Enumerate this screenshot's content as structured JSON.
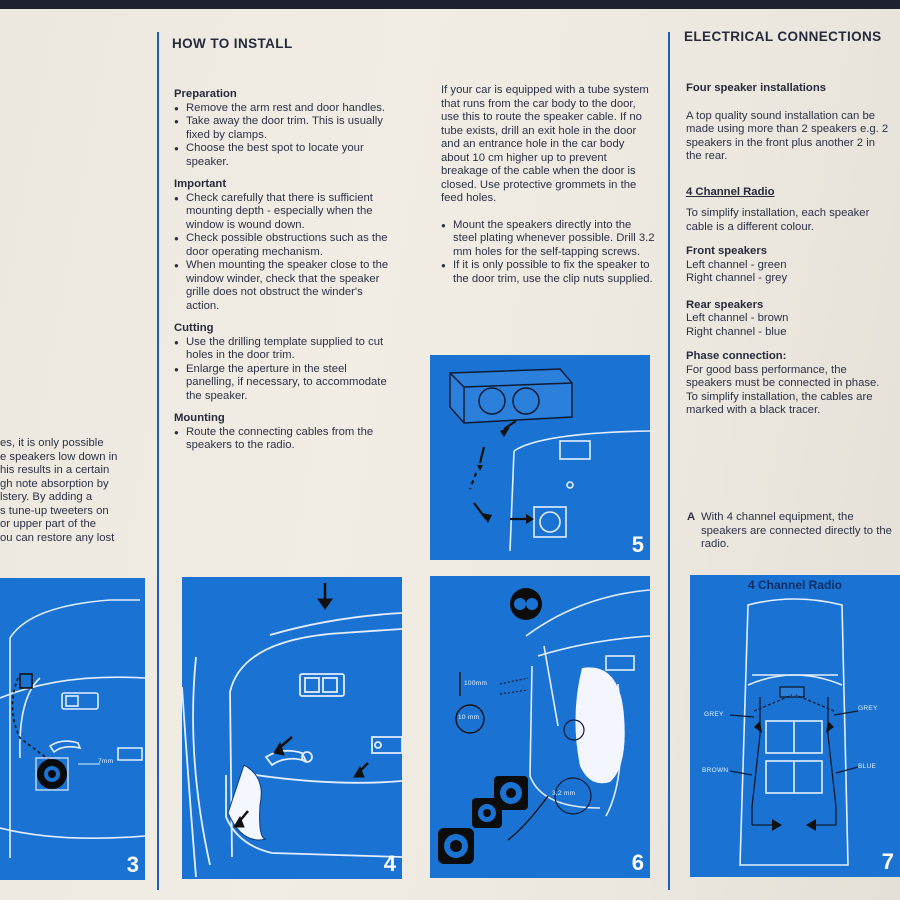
{
  "left_column": {
    "fragment_lines": [
      "es, it is only possible",
      "e speakers low down in",
      "his results in a certain",
      "gh note absorption by",
      "lstery. By adding a",
      "s tune-up tweeters on",
      " or upper part of the",
      "ou can restore any lost"
    ]
  },
  "how_to_install": {
    "heading": "HOW TO INSTALL",
    "preparation": {
      "title": "Preparation",
      "items": [
        "Remove the arm rest and door handles.",
        "Take away the door trim. This is usually fixed by clamps.",
        "Choose the best spot to locate your speaker."
      ]
    },
    "important": {
      "title": "Important",
      "items": [
        "Check carefully that there is sufficient mounting depth - especially when the window is wound down.",
        "Check possible obstructions such as the door operating mechanism.",
        "When mounting the speaker close to the window winder, check that the speaker grille does not obstruct the winder's action."
      ]
    },
    "cutting": {
      "title": "Cutting",
      "items": [
        "Use the drilling template supplied to cut holes in the door trim.",
        "Enlarge the aperture in the steel panelling, if necessary, to accommodate the speaker."
      ]
    },
    "mounting": {
      "title": "Mounting",
      "items": [
        "Route the connecting cables from the speakers to the radio."
      ]
    }
  },
  "middle_column": {
    "cable_paragraph": "If your car is equipped with a tube system that runs from the car body to the door, use this to route the speaker cable. If no tube exists, drill an exit hole in the door and an entrance hole in the car body about 10 cm higher up to prevent breakage of the cable when the door is closed. Use protective grommets in the feed holes.",
    "items": [
      "Mount the speakers directly into the steel plating whenever possible. Drill 3.2 mm holes for the self-tapping screws.",
      "If it is only possible to fix the speaker to the door trim, use the clip nuts supplied."
    ]
  },
  "electrical": {
    "heading": "ELECTRICAL CONNECTIONS",
    "four_speaker": {
      "title": "Four speaker installations",
      "text": "A top quality sound installation can be made using more than 2 speakers e.g. 2 speakers in the front plus another 2 in the rear."
    },
    "four_channel": {
      "title": "4 Channel Radio",
      "text": "To simplify installation, each speaker cable is a different colour."
    },
    "front": {
      "title": "Front speakers",
      "left": "Left channel - green",
      "right": "Right channel - grey"
    },
    "rear": {
      "title": "Rear speakers",
      "left": "Left channel - brown",
      "right": "Right channel - blue"
    },
    "phase": {
      "title": "Phase connection:",
      "text": "For good bass performance, the speakers must be connected in phase. To simplify installation, the cables are marked with a black tracer."
    },
    "note_a": {
      "label": "A",
      "text": "With 4 channel equipment, the speakers are connected directly to the radio."
    }
  },
  "figures": {
    "fig3": {
      "number": "3",
      "dimension": "7mm"
    },
    "fig4": {
      "number": "4"
    },
    "fig5": {
      "number": "5"
    },
    "fig6": {
      "number": "6",
      "dim_a": "100mm",
      "dim_b": "10 mm",
      "dim_c": "3,2 mm"
    },
    "fig7": {
      "number": "7",
      "title": "4 Channel Radio",
      "labels": {
        "grey_left": "GREY",
        "grey_right": "GREY",
        "brown": "BROWN",
        "blue": "BLUE"
      }
    }
  },
  "colors": {
    "panel_blue": "#1a73d2",
    "rule_blue": "#1f5fb4",
    "text": "#2c3148",
    "paper": "#ece8df"
  }
}
